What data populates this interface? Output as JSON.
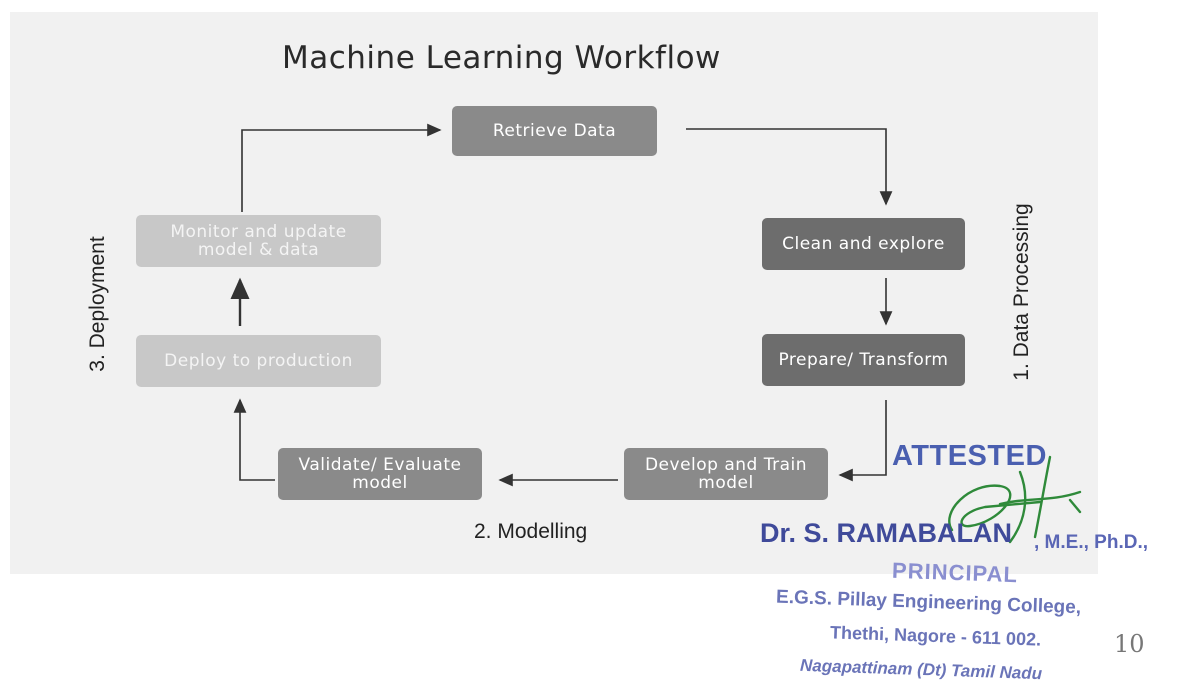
{
  "title": "Machine Learning Workflow",
  "steps": {
    "retrieve": "Retrieve Data",
    "clean": "Clean and explore",
    "prepare": "Prepare/ Transform",
    "develop": "Develop and Train model",
    "validate": "Validate/ Evaluate model",
    "deploy": "Deploy to production",
    "monitor": "Monitor and update model & data"
  },
  "stages": {
    "data_processing": "1. Data Processing",
    "modelling": "2. Modelling",
    "deployment": "3. Deployment"
  },
  "stamp": {
    "attested": "ATTESTED",
    "name": "Dr. S. RAMABALAN",
    "degree": ", M.E., Ph.D.,",
    "designation": "PRINCIPAL",
    "college": "E.G.S. Pillay Engineering College,",
    "address1": "Thethi, Nagore - 611 002.",
    "address2": "Nagapattinam (Dt) Tamil Nadu",
    "handwritten_mark": "10"
  },
  "colors": {
    "panel": "#f1f1f1",
    "box_dark": "#6d6d6d",
    "box_mid": "#8a8a8a",
    "box_light": "#c8c8c8",
    "stamp_ink": "#4a5fb0",
    "signature_ink": "#2f8a3a"
  }
}
